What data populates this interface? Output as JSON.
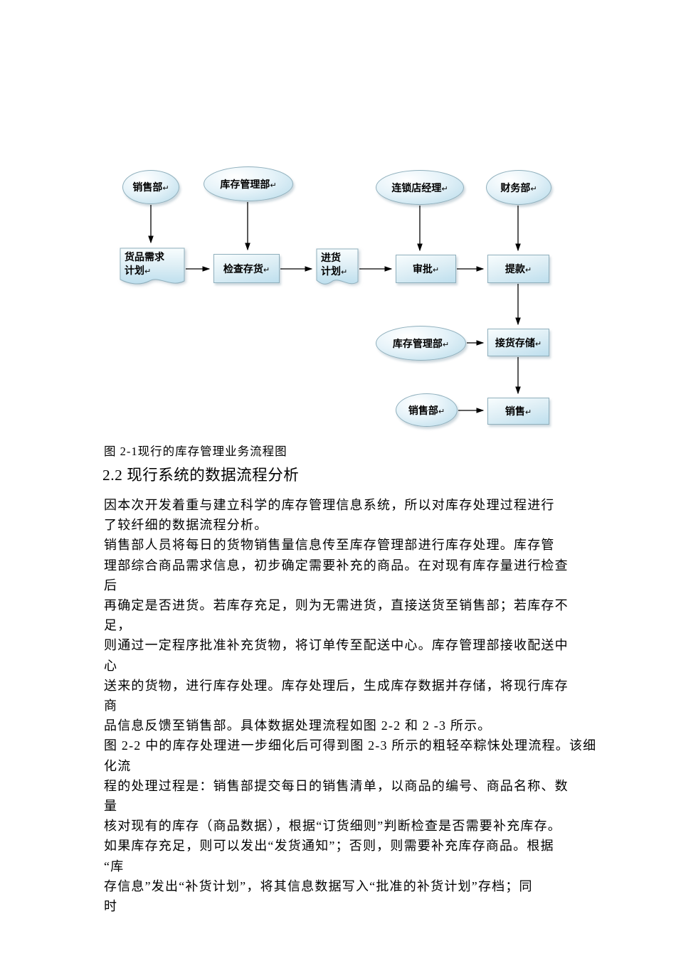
{
  "figure": {
    "caption": "图 2-1现行的库存管理业务流程图"
  },
  "section": {
    "heading": "2.2 现行系统的数据流程分析"
  },
  "diagram": {
    "pm": "↵",
    "nodes": {
      "sales_top": {
        "label": "销售部"
      },
      "inventory_top": {
        "label": "库存管理部"
      },
      "chain_manager": {
        "label": "连锁店经理"
      },
      "finance": {
        "label": "财务部"
      },
      "goods_demand": {
        "line1": "货品需求",
        "line2": "计划"
      },
      "check_stock": {
        "label": "检查存货"
      },
      "purchase_plan": {
        "line1": "进货",
        "line2": "计划"
      },
      "approval": {
        "label": "审批"
      },
      "withdraw": {
        "label": "提款"
      },
      "inventory_mid": {
        "label": "库存管理部"
      },
      "receive_store": {
        "label": "接货存储"
      },
      "sales_bottom": {
        "label": "销售部"
      },
      "sales_node": {
        "label": "销售"
      }
    }
  },
  "body": {
    "lines": [
      "因本次开发着重与建立科学的库存管理信息系统，所以对库存处理过程进行",
      "了较纤细的数据流程分析。",
      "销售部人员将每日的货物销售量信息传至库存管理部进行库存处理。库存管",
      "理部综合商品需求信息，初步确定需要补充的商品。在对现有库存量进行检查",
      "后",
      "再确定是否进货。若库存充足，则为无需进货，直接送货至销售部；若库存不",
      "足，",
      "则通过一定程序批准补充货物，将订单传至配送中心。库存管理部接收配送中",
      "心",
      "送来的货物，进行库存处理。库存处理后，生成库存数据并存储，将现行库存",
      "商",
      "品信息反馈至销售部。具体数据处理流程如图 2-2 和 2 -3 所示。",
      "图 2-2 中的库存处理进一步细化后可得到图 2-3 所示的粗轻卒粽怽处理流程。该细",
      "化流",
      "程的处理过程是：销售部提交每日的销售清单，以商品的编号、商品名称、数",
      "量",
      "核对现有的库存（商品数据），根据“订货细则”判断检查是否需要补充库存。",
      "如果库存充足，则可以发出“发货通知”；否则，则需要补充库存商品。根据",
      "“库",
      "存信息”发出“补货计划”，将其信息数据写入“批准的补货计划”存档；同",
      "时"
    ]
  }
}
